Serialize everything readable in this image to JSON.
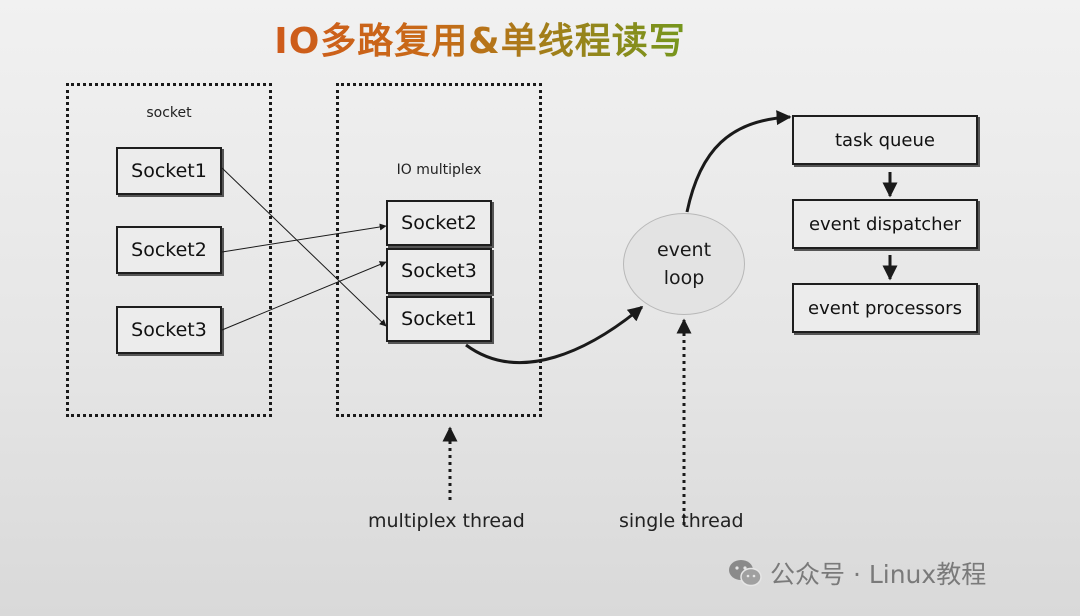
{
  "title": "IO多路复用&单线程读写",
  "socket_group": {
    "label": "socket",
    "items": [
      "Socket1",
      "Socket2",
      "Socket3"
    ]
  },
  "multiplex_group": {
    "label": "IO multiplex",
    "items": [
      "Socket2",
      "Socket3",
      "Socket1"
    ]
  },
  "event_loop": {
    "line1": "event",
    "line2": "loop"
  },
  "pipeline": [
    "task queue",
    "event dispatcher",
    "event processors"
  ],
  "threads": {
    "multiplex": "multiplex thread",
    "single": "single thread"
  },
  "watermark": {
    "text": "公众号 · Linux教程",
    "icon": "wechat-icon"
  }
}
